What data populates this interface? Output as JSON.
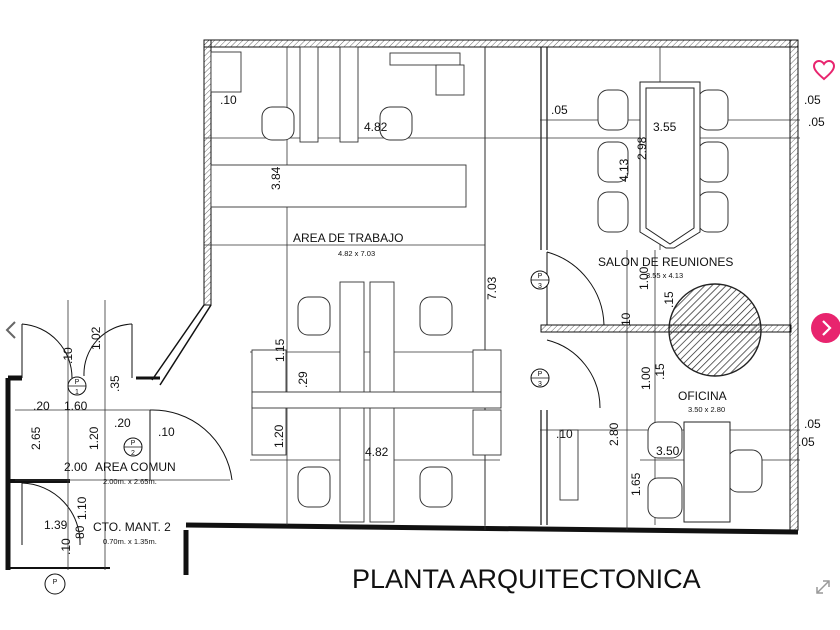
{
  "plan": {
    "title": "PLANTA ARQUITECTONICA",
    "rooms": {
      "work_area": {
        "name": "AREA DE TRABAJO",
        "size": "4.82 x 7.03"
      },
      "meeting_room": {
        "name": "SALON DE REUNIONES",
        "size": "3.55 x 4.13"
      },
      "office": {
        "name": "OFICINA",
        "size": "3.50 x 2.80"
      },
      "common_area": {
        "name": "AREA COMUN",
        "size": "2.00m. x 2.65m."
      },
      "maintenance": {
        "name": "CTO. MANT. 2",
        "size": "0.70m. x 1.35m."
      }
    },
    "dimensions": {
      "d_010_top": ".10",
      "d_482_top": "4.82",
      "d_384": "3.84",
      "d_005_left": ".05",
      "d_355": "3.55",
      "d_298": "2.98",
      "d_413": "4.13",
      "d_005_right_top": ".05",
      "d_005_right_top2": ".05",
      "d_703": "7.03",
      "d_100_a": "1.00",
      "d_015_a": ".15",
      "d_010_mid": "10",
      "d_100_b": "1.00",
      "d_015_b": ".15",
      "d_280": "2.80",
      "d_350": "3.50",
      "d_165": "1.65",
      "d_010_office": ".10",
      "d_005_right_bottom": ".05",
      "d_005_right_bottom2": ".05",
      "d_102": "1.02",
      "d_010_v": ".10",
      "d_115": "1.15",
      "d_029": ".29",
      "d_120_mid": "1.20",
      "d_482_bottom": "4.82",
      "d_035": ".35",
      "d_020_a": ".20",
      "d_160": "1.60",
      "d_020_b": ".20",
      "d_010_c": ".10",
      "d_265": "2.65",
      "d_120_left": "1.20",
      "d_200": "2.00",
      "d_110": "1.10",
      "d_080": "80",
      "d_139": "1.39",
      "d_010_d": ".10"
    },
    "markers": {
      "p3_a": "3",
      "p3_b": "3",
      "p2": "2",
      "p1": "1",
      "p_bottom": "P"
    },
    "marker_letter": "P"
  },
  "ui": {
    "favorite_icon": "heart-icon",
    "prev_icon": "chevron-left-icon",
    "next_icon": "chevron-right-icon",
    "expand_icon": "expand-icon",
    "accent": "#e8246e"
  }
}
